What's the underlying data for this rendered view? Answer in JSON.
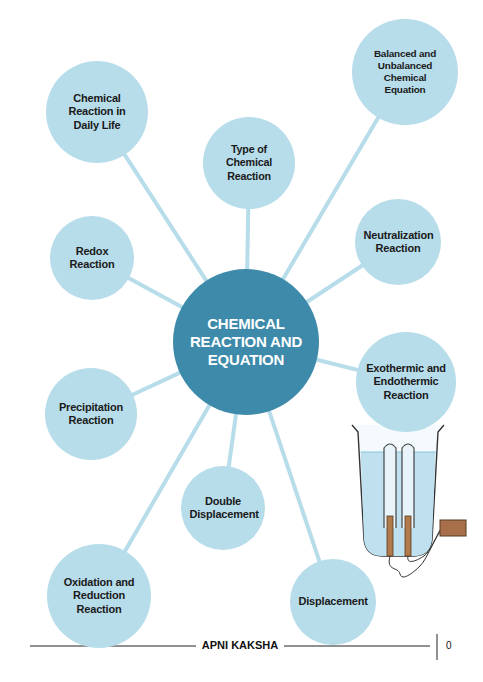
{
  "diagram": {
    "nodes": [
      {
        "text": [
          "CHEMICAL REACTION AND EQUATION"
        ]
      },
      {
        "text": [
          "Balanced and Unbalanced Chemical Equation"
        ]
      },
      {
        "text": [
          "Chemical Reaction in Daily Life"
        ]
      },
      {
        "text": [
          "Type of Chemical Reaction"
        ]
      },
      {
        "text": [
          "Redox Reaction"
        ]
      },
      {
        "text": [
          "Neutralization Reaction"
        ]
      },
      {
        "text": [
          "Exothermic and Endothermic Reaction"
        ]
      },
      {
        "text": [
          "Precipitation Reaction"
        ]
      },
      {
        "text": [
          "Double Displacement"
        ]
      },
      {
        "text": [
          "Oxidation and Reduction Reaction"
        ]
      },
      {
        "text": [
          "Displacement"
        ]
      }
    ],
    "edges": [
      {
        "from": 0,
        "to": 1,
        "arrow": "none"
      },
      {
        "from": 0,
        "to": 2,
        "arrow": "none"
      },
      {
        "from": 0,
        "to": 3,
        "arrow": "none"
      },
      {
        "from": 0,
        "to": 4,
        "arrow": "none"
      },
      {
        "from": 0,
        "to": 5,
        "arrow": "none"
      },
      {
        "from": 0,
        "to": 6,
        "arrow": "none"
      },
      {
        "from": 0,
        "to": 7,
        "arrow": "none"
      },
      {
        "from": 0,
        "to": 8,
        "arrow": "none"
      },
      {
        "from": 0,
        "to": 9,
        "arrow": "none"
      },
      {
        "from": 0,
        "to": 10,
        "arrow": "none"
      }
    ],
    "labels": [
      "APNI KAKSHA",
      "0"
    ]
  }
}
